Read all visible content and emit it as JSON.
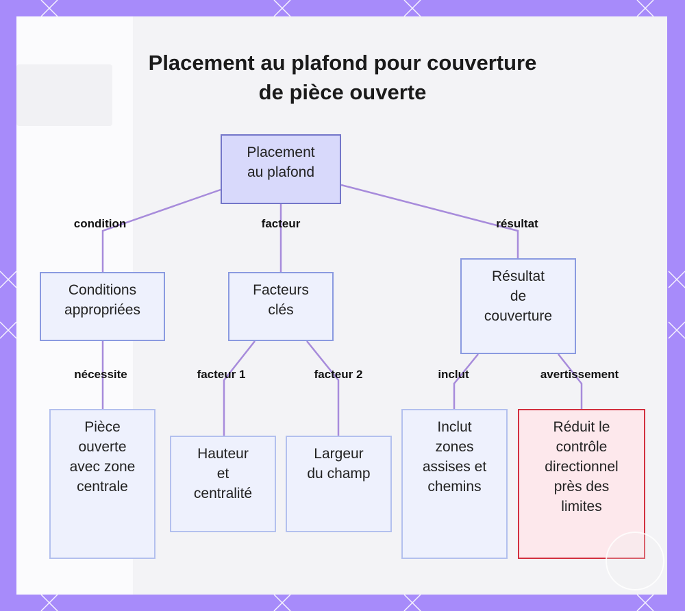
{
  "title_lines": [
    "Placement au plafond pour couverture",
    "de pièce ouverte"
  ],
  "nodes": {
    "root": "Placement\nau plafond",
    "conditions": "Conditions\nappropriées",
    "facteurs": "Facteurs\nclés",
    "resultat": "Résultat\nde\ncouverture",
    "piece": "Pièce\nouverte\navec zone\ncentrale",
    "hauteur": "Hauteur\net\ncentralité",
    "largeur": "Largeur\ndu champ",
    "inclut": "Inclut\nzones\nassises et\nchemins",
    "reduit": "Réduit le\ncontrôle\ndirectionnel\nprès des\nlimites"
  },
  "edges": {
    "condition": "condition",
    "facteur": "facteur",
    "resultat": "résultat",
    "necessite": "nécessite",
    "facteur1": "facteur 1",
    "facteur2": "facteur 2",
    "inclut": "inclut",
    "avertissement": "avertissement"
  },
  "colors": {
    "frame": "#a78bfa",
    "edge": "#a78bdb",
    "warning_border": "#d2303f",
    "root_fill": "#d8d9fb"
  }
}
